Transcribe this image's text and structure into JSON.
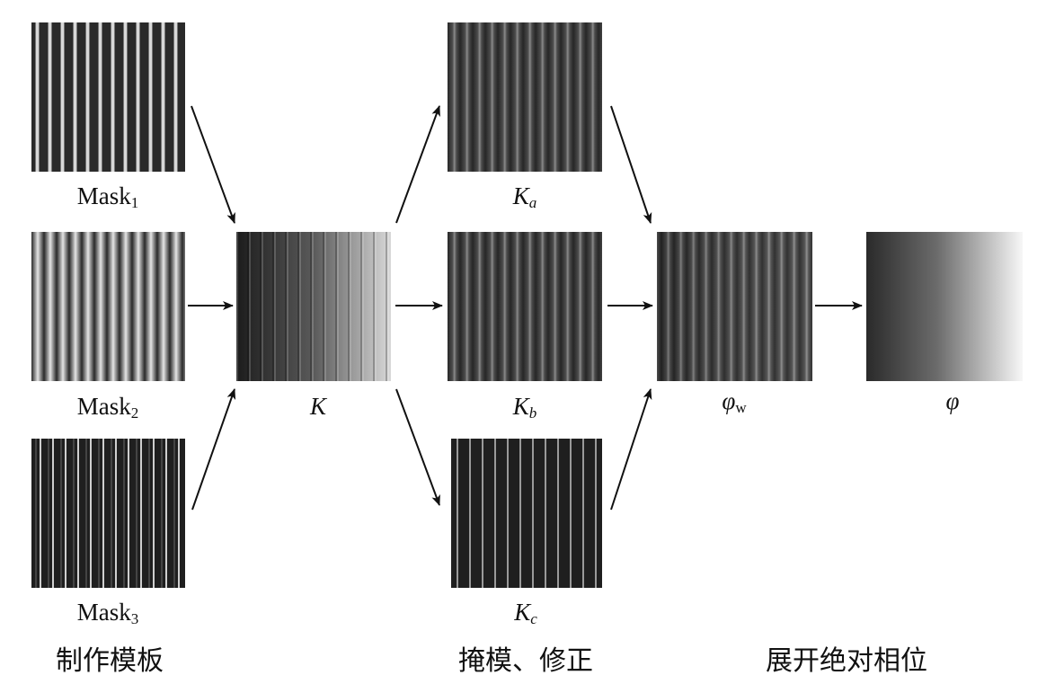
{
  "labels": {
    "mask1": {
      "base": "Mask",
      "sub": "1"
    },
    "mask2": {
      "base": "Mask",
      "sub": "2"
    },
    "mask3": {
      "base": "Mask",
      "sub": "3"
    },
    "k": {
      "base": "K"
    },
    "ka": {
      "base": "K",
      "sub": "a"
    },
    "kb": {
      "base": "K",
      "sub": "b"
    },
    "kc": {
      "base": "K",
      "sub": "c"
    },
    "phiw": {
      "base": "φ",
      "sub": "w"
    },
    "phi": {
      "base": "φ"
    }
  },
  "stages": {
    "template": "制作模板",
    "mask_correct": "掩模、修正",
    "unwrap": "展开绝对相位"
  },
  "colors": {
    "arrow": "#111111",
    "text": "#111111"
  }
}
